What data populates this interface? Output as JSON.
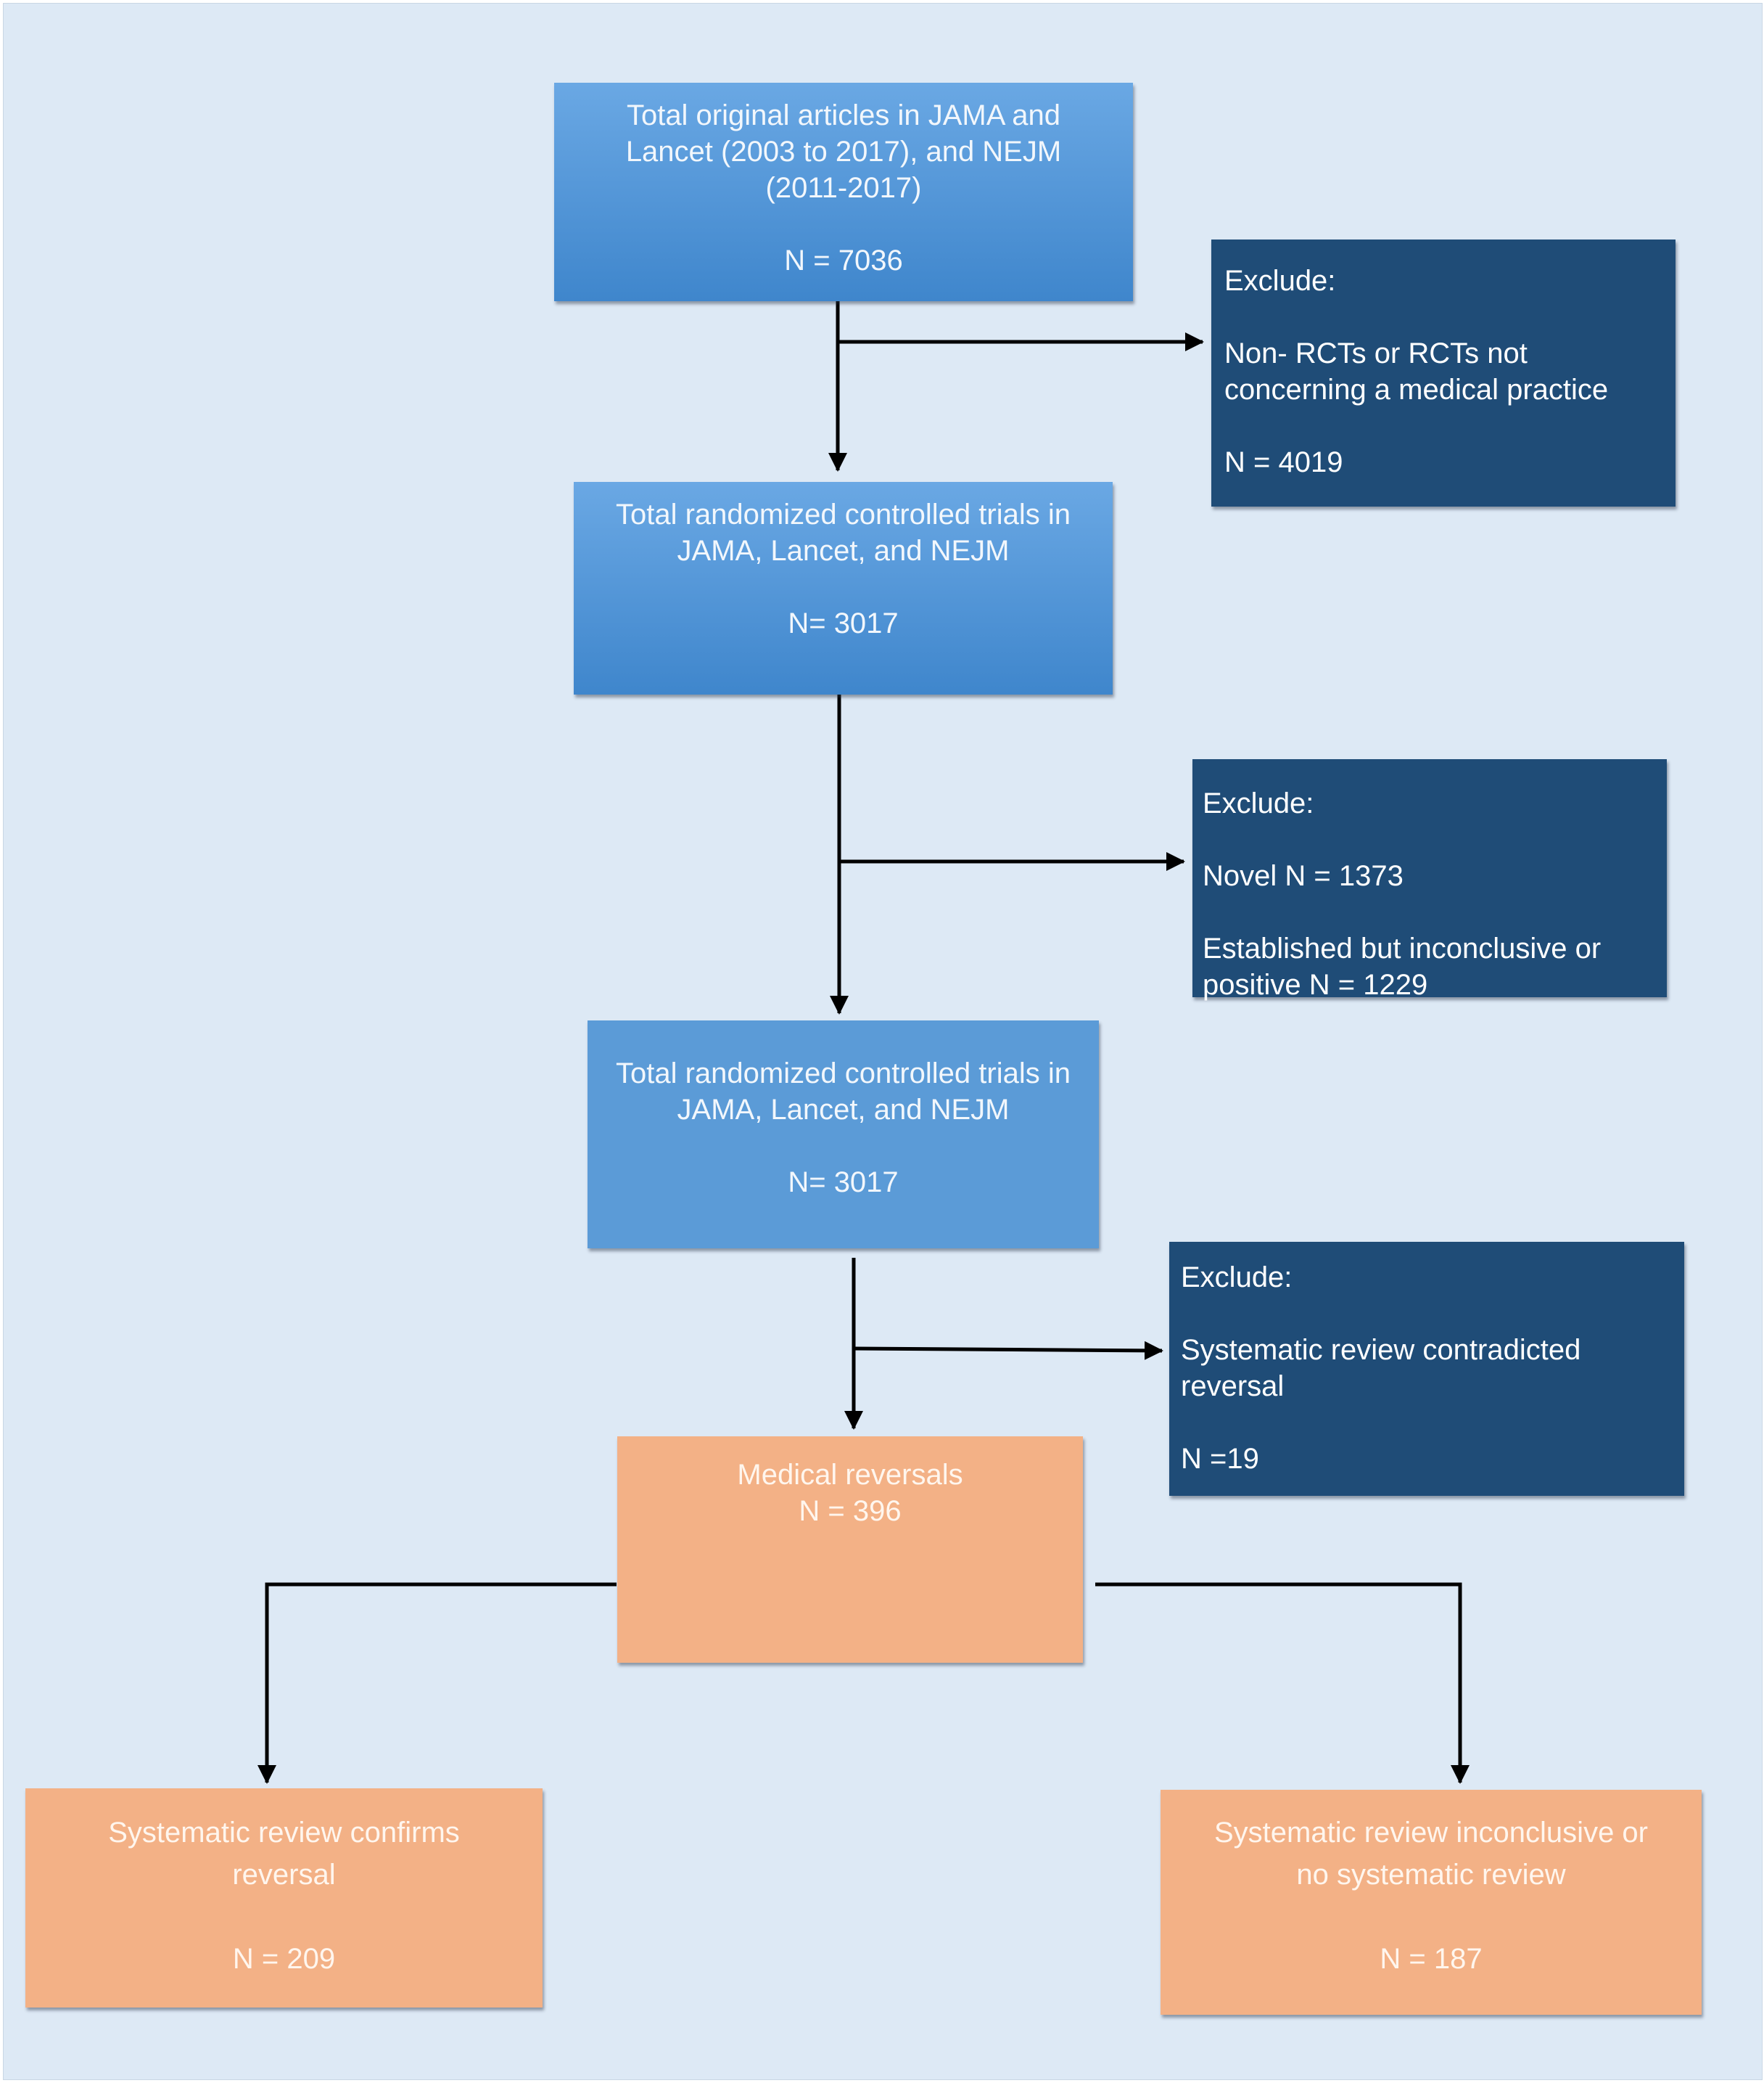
{
  "boxes": {
    "total_articles": {
      "lines": [
        "Total original articles in JAMA and",
        "Lancet (2003 to 2017), and NEJM",
        "(2011-2017)"
      ],
      "count": "N = 7036"
    },
    "exclude_non_rct": {
      "heading": "Exclude:",
      "lines": [
        "Non- RCTs or RCTs not",
        "concerning a medical practice"
      ],
      "count": "N = 4019"
    },
    "total_rct_1": {
      "lines": [
        "Total randomized controlled trials in",
        "JAMA, Lancet, and NEJM"
      ],
      "count": "N= 3017"
    },
    "exclude_novel": {
      "heading": "Exclude:",
      "novel": "Novel N = 1373",
      "lines": [
        "Established but inconclusive or",
        "positive N = 1229"
      ]
    },
    "total_rct_2": {
      "lines": [
        "Total randomized controlled trials in",
        "JAMA, Lancet, and NEJM"
      ],
      "count": "N= 3017"
    },
    "exclude_contradicted": {
      "heading": "Exclude:",
      "lines": [
        "Systematic review contradicted",
        "reversal"
      ],
      "count": "N =19"
    },
    "medical_reversals": {
      "lines": [
        "Medical reversals",
        "N = 396"
      ]
    },
    "confirms_reversal": {
      "lines": [
        "Systematic review confirms",
        "reversal"
      ],
      "count": "N = 209"
    },
    "inconclusive": {
      "lines": [
        "Systematic review inconclusive or",
        "no systematic review"
      ],
      "count": "N = 187"
    }
  },
  "colors": {
    "background": "#dde9f5",
    "primary_box": "#5b9bd7",
    "exclude_box": "#1f4c77",
    "result_box": "#f3b186",
    "connector": "#000000"
  }
}
